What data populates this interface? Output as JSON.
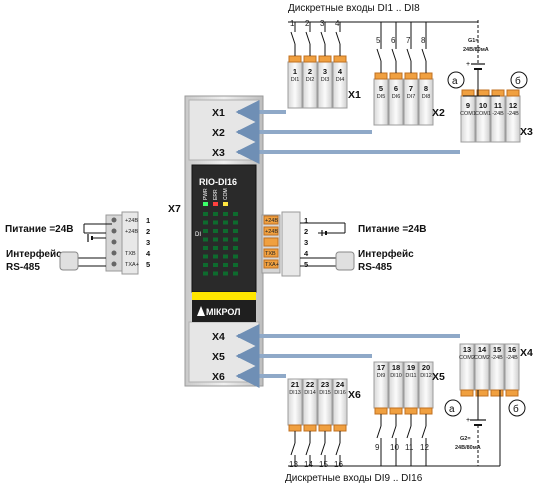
{
  "title_top": "Дискретные входы DI1 .. DI8",
  "title_bottom": "Дискретные входы DI9 .. DI16",
  "module": {
    "name": "RIO-DI16",
    "leds": [
      "PWR",
      "ERR",
      "COM"
    ],
    "di_label": "DI",
    "brand": "МІКРОЛ"
  },
  "connectors_left": [
    "X1",
    "X2",
    "X3",
    "X4",
    "X5",
    "X6"
  ],
  "x7_label": "X7",
  "blocks": {
    "x1": {
      "label": "X1",
      "terms": [
        "1",
        "2",
        "3",
        "4"
      ],
      "sigs": [
        "DI1",
        "DI2",
        "DI3",
        "DI4"
      ],
      "wires": [
        "1",
        "2",
        "3",
        "4"
      ]
    },
    "x2": {
      "label": "X2",
      "terms": [
        "5",
        "6",
        "7",
        "8"
      ],
      "sigs": [
        "DI5",
        "DI6",
        "DI7",
        "DI8"
      ],
      "wires": [
        "5",
        "6",
        "7",
        "8"
      ]
    },
    "x3": {
      "label": "X3",
      "terms": [
        "9",
        "10",
        "11",
        "12"
      ],
      "sigs": [
        "COM1",
        "COM1",
        "-24В",
        "-24В"
      ]
    },
    "x4": {
      "label": "X4",
      "terms": [
        "13",
        "14",
        "15",
        "16"
      ],
      "sigs": [
        "COM2",
        "COM2",
        "-24В",
        "-24В"
      ]
    },
    "x5": {
      "label": "X5",
      "terms": [
        "17",
        "18",
        "19",
        "20"
      ],
      "sigs": [
        "DI9",
        "DI10",
        "DI11",
        "DI12"
      ],
      "wires": [
        "9",
        "10",
        "11",
        "12"
      ]
    },
    "x6": {
      "label": "X6",
      "terms": [
        "21",
        "22",
        "23",
        "24"
      ],
      "sigs": [
        "DI13",
        "DI14",
        "DI15",
        "DI16"
      ],
      "wires": [
        "13",
        "14",
        "15",
        "16"
      ]
    }
  },
  "g1": "G1=",
  "g1_value": "24В/80мА",
  "g2": "G2=",
  "g2_value": "24В/80мА",
  "circle_a": "а",
  "circle_b": "б",
  "power_label": "Питание =24В",
  "iface_label": "Интерфейс",
  "iface_value": "RS-485",
  "x7_pins": [
    "+24В",
    "+24В",
    "",
    "TXB",
    "TXA+"
  ],
  "x7_nums": [
    "1",
    "2",
    "3",
    "4",
    "5"
  ],
  "plus": "+",
  "minus": "-"
}
